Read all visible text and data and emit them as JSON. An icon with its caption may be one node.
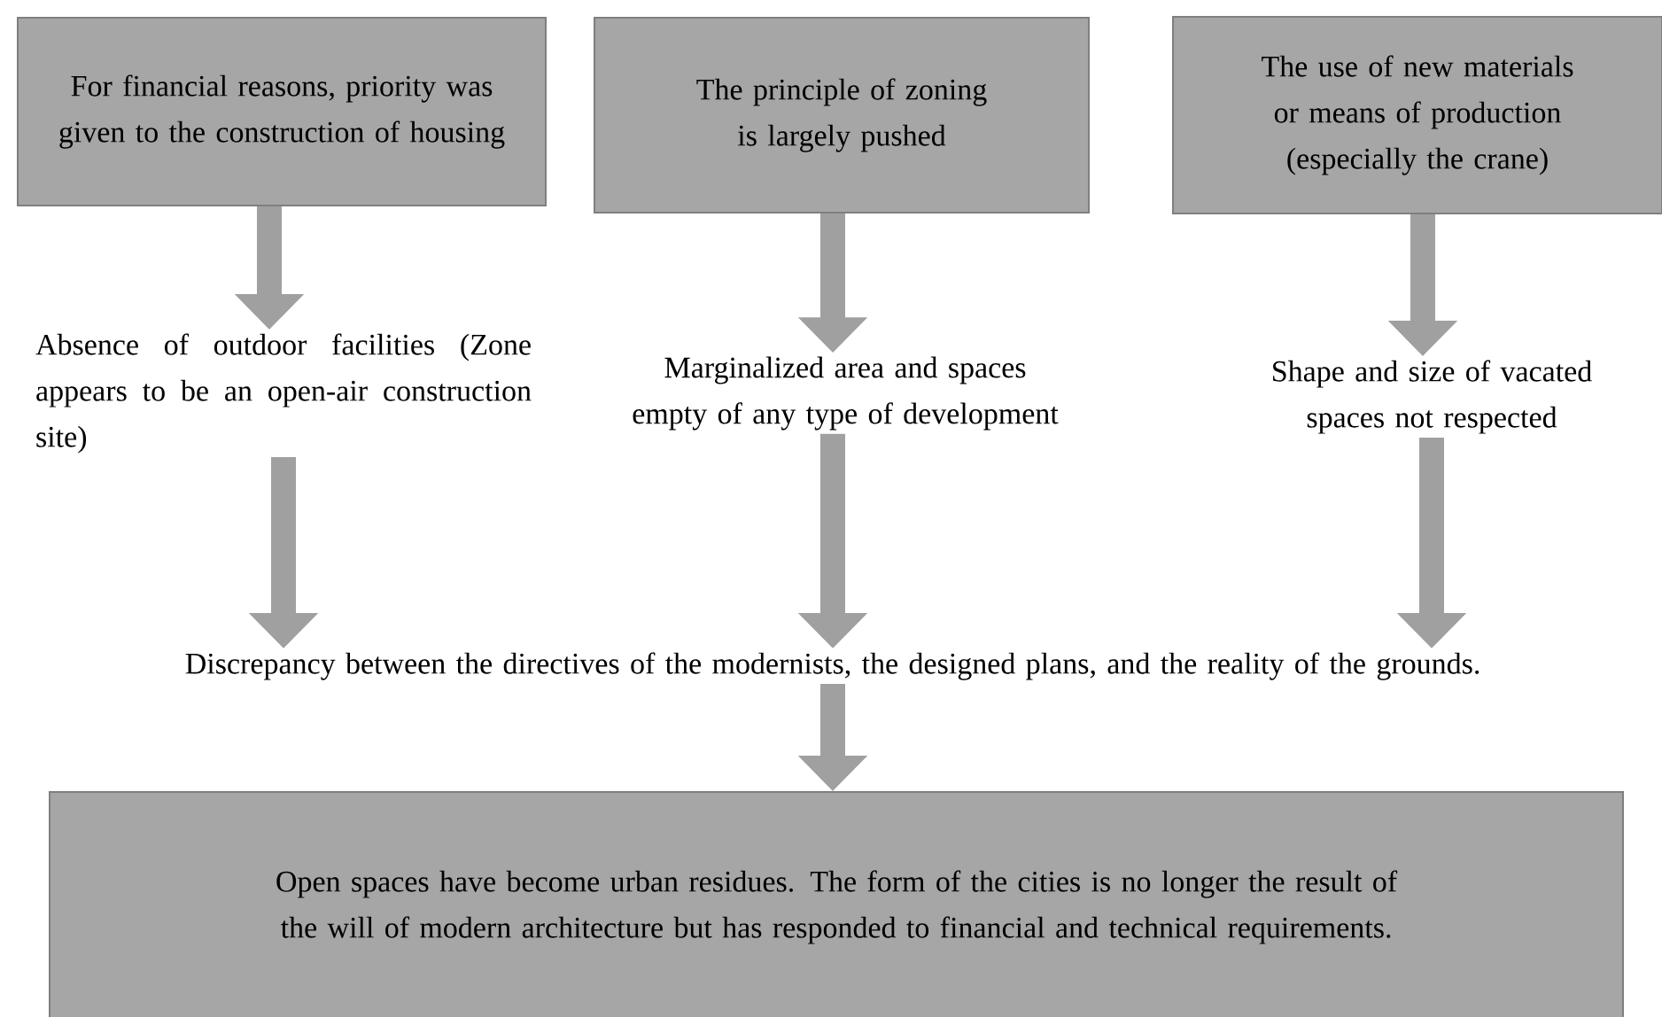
{
  "diagram": {
    "nodes": [
      {
        "text": [
          "For financial reasons, priority was given to the construction of housing"
        ]
      },
      {
        "text": [
          "The principle of zoning is largely pushed"
        ]
      },
      {
        "text": [
          "The use of new materials or means of production (especially the crane)"
        ]
      },
      {
        "text": [
          "Absence of outdoor facilities (Zone appears to be an open-air construction site)"
        ]
      },
      {
        "text": [
          "Marginalized area and spaces empty of any type of development"
        ]
      },
      {
        "text": [
          "Shape and size of vacated spaces not respected"
        ]
      },
      {
        "text": [
          "Discrepancy between the directives of the modernists, the designed plans, and the reality of the grounds."
        ]
      },
      {
        "text": [
          "Open spaces have become urban residues. The form of the cities is no longer the result of the will of modern architecture but has responded to financial and technical requirements."
        ]
      }
    ],
    "edges": [
      {
        "from": 0,
        "to": 3,
        "arrow": "to"
      },
      {
        "from": 1,
        "to": 4,
        "arrow": "to"
      },
      {
        "from": 2,
        "to": 5,
        "arrow": "to"
      },
      {
        "from": 3,
        "to": 6,
        "arrow": "to"
      },
      {
        "from": 4,
        "to": 6,
        "arrow": "to"
      },
      {
        "from": 5,
        "to": 6,
        "arrow": "to"
      },
      {
        "from": 6,
        "to": 7,
        "arrow": "to"
      }
    ]
  }
}
